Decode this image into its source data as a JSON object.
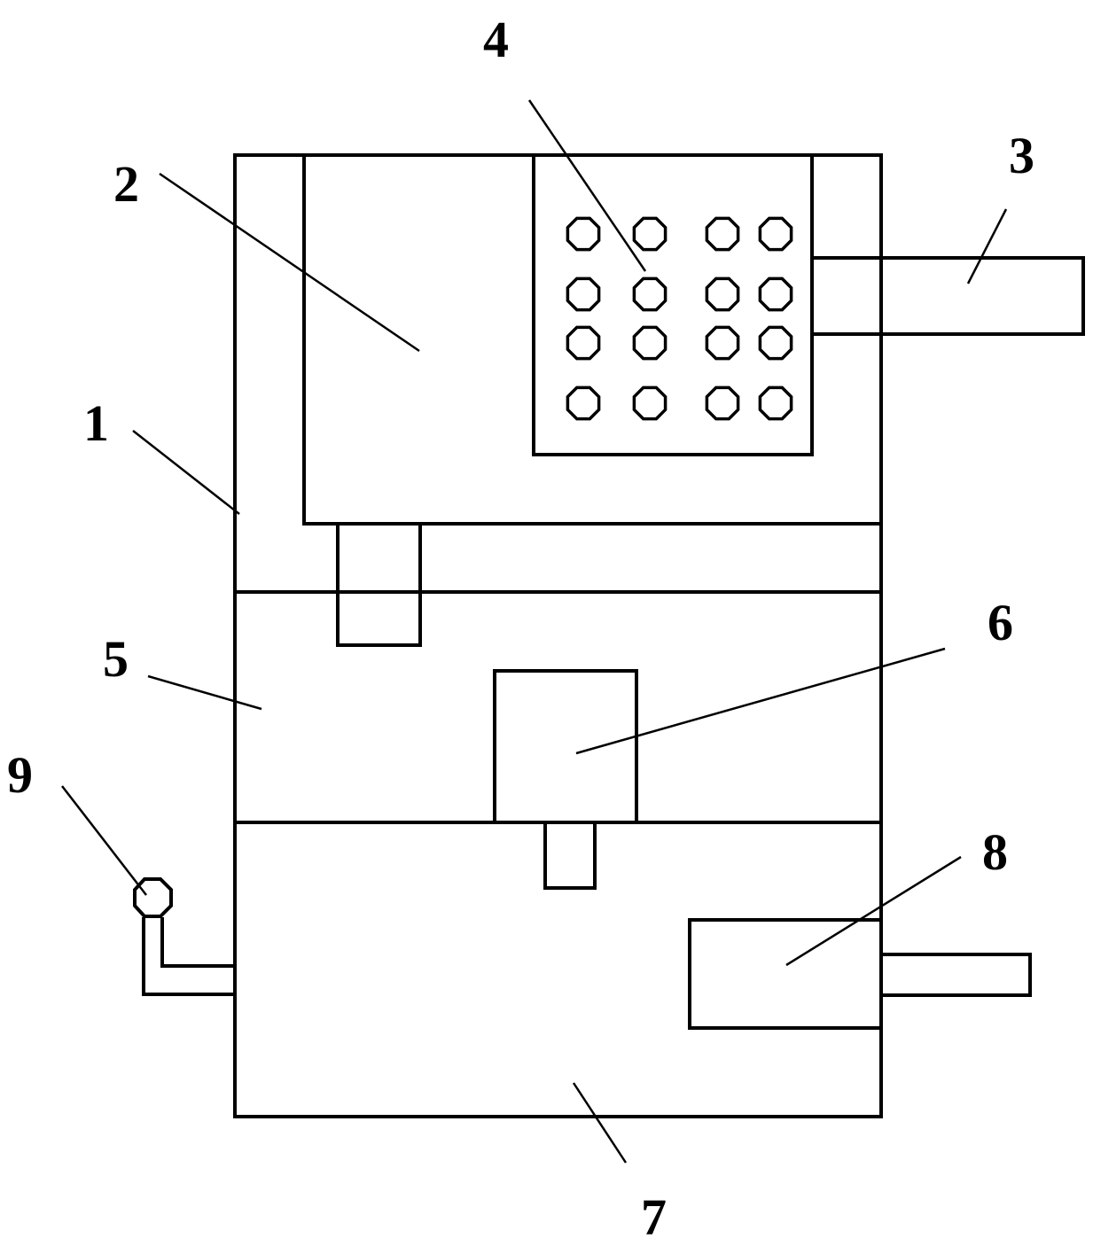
{
  "diagram": {
    "type": "patent-schematic",
    "colors": {
      "line": "#000000",
      "background": "#ffffff"
    },
    "parts": [
      {
        "id": "1",
        "label": "1",
        "name": "housing"
      },
      {
        "id": "2",
        "label": "2",
        "name": "upper-chamber"
      },
      {
        "id": "3",
        "label": "3",
        "name": "inlet-pipe"
      },
      {
        "id": "4",
        "label": "4",
        "name": "perforated-filter-plate"
      },
      {
        "id": "5",
        "label": "5",
        "name": "middle-chamber"
      },
      {
        "id": "6",
        "label": "6",
        "name": "motor-unit"
      },
      {
        "id": "7",
        "label": "7",
        "name": "lower-chamber"
      },
      {
        "id": "8",
        "label": "8",
        "name": "outlet-unit"
      },
      {
        "id": "9",
        "label": "9",
        "name": "valve"
      }
    ],
    "filter_holes": {
      "rows": 4,
      "cols": 4
    }
  }
}
